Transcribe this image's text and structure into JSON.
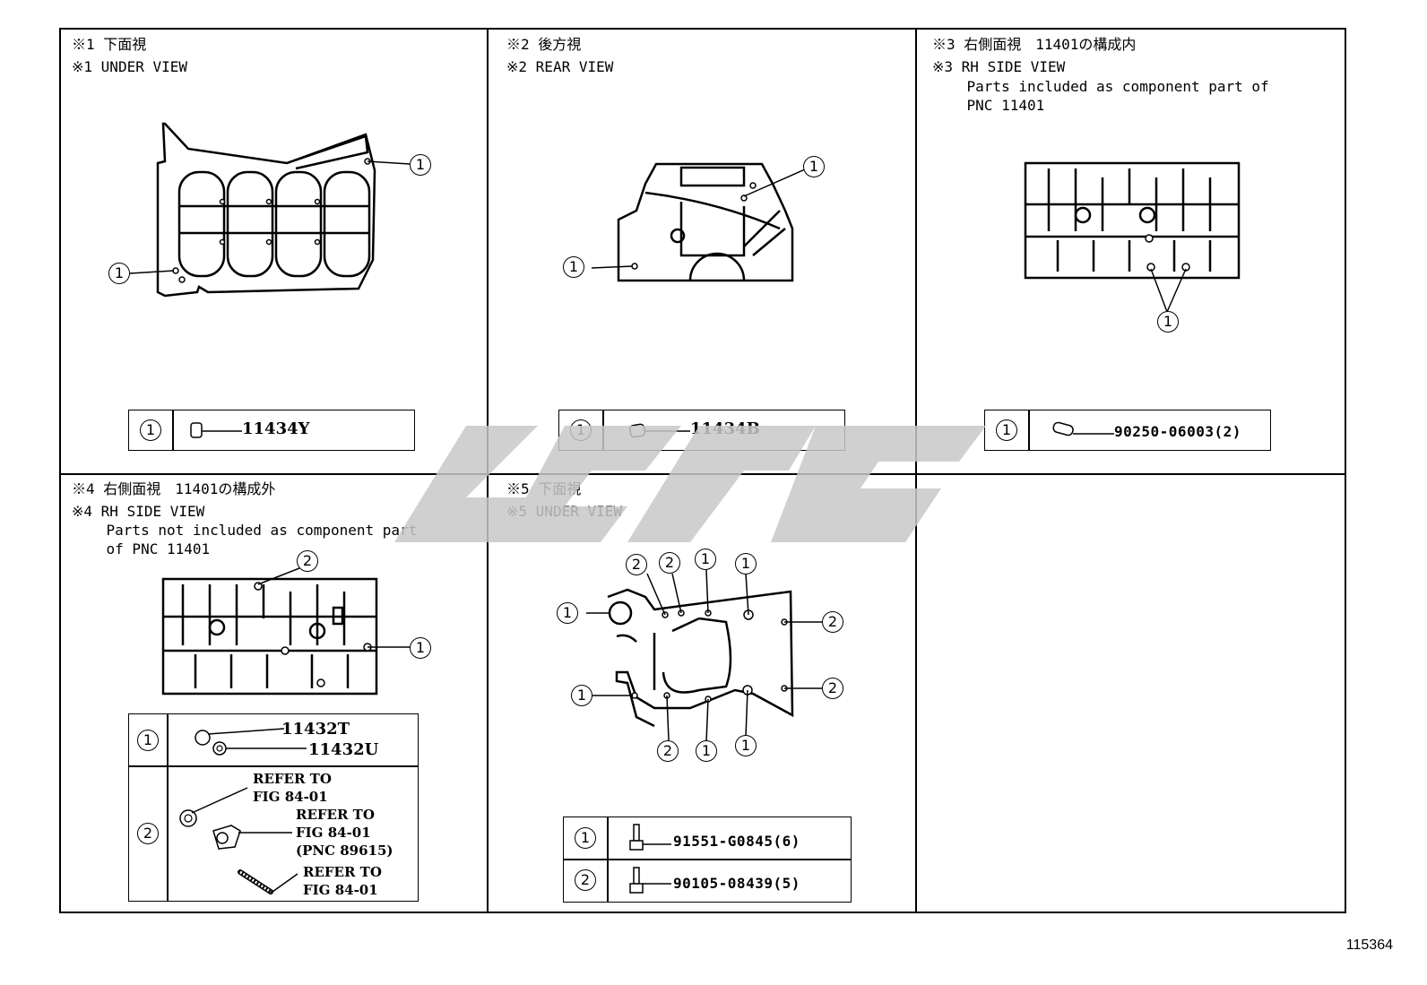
{
  "panels": [
    {
      "id": "p1",
      "header_jp": "※1 下面視",
      "header_en": "※1 UNDER VIEW",
      "header_extra": "",
      "parts": [
        {
          "ref": "1",
          "pn": "11434Y"
        }
      ]
    },
    {
      "id": "p2",
      "header_jp": "※2 後方視",
      "header_en": "※2 REAR VIEW",
      "header_extra": "",
      "parts": [
        {
          "ref": "1",
          "pn": "11434B"
        }
      ]
    },
    {
      "id": "p3",
      "header_jp": "※3 右側面視　11401の構成内",
      "header_en": "※3 RH SIDE VIEW",
      "header_extra": "    Parts included as component part of\n    PNC 11401",
      "parts": [
        {
          "ref": "1",
          "pn": "90250-06003(2)"
        }
      ]
    },
    {
      "id": "p4",
      "header_jp": "※4 右側面視　11401の構成外",
      "header_en": "※4 RH SIDE VIEW",
      "header_extra": "    Parts not included as component part\n    of PNC 11401",
      "parts": [
        {
          "ref": "1",
          "pn_a": "11432T",
          "pn_b": "11432U"
        },
        {
          "ref": "2",
          "note_a": "REFER TO\nFIG 84-01",
          "note_b": "REFER TO\nFIG 84-01\n(PNC 89615)",
          "note_c": "REFER TO\nFIG 84-01"
        }
      ]
    },
    {
      "id": "p5",
      "header_jp": "※5 下面視",
      "header_en": "※5 UNDER VIEW",
      "header_extra": "",
      "parts": [
        {
          "ref": "1",
          "pn": "91551-G0845(6)"
        },
        {
          "ref": "2",
          "pn": "90105-08439(5)"
        }
      ]
    }
  ],
  "callouts": {
    "one": "1",
    "two": "2"
  },
  "footer_id": "115364",
  "colors": {
    "line": "#000000",
    "watermark": "#c8c8c8"
  }
}
